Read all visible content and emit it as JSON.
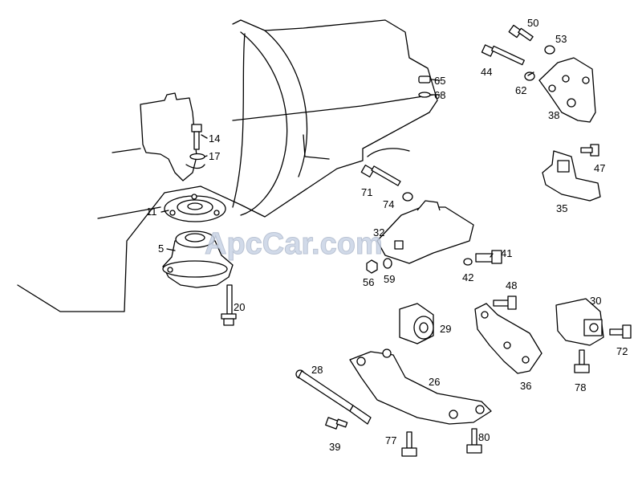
{
  "watermark": "ApcCar.com",
  "labels": {
    "l14": "14",
    "l17": "17",
    "l11": "11",
    "l5": "5",
    "l20": "20",
    "l50": "50",
    "l53": "53",
    "l44": "44",
    "l62": "62",
    "l38": "38",
    "l65": "65",
    "l68": "68",
    "l47": "47",
    "l35": "35",
    "l71": "71",
    "l74": "74",
    "l32": "32",
    "l56": "56",
    "l59": "59",
    "l41": "41",
    "l42": "42",
    "l48": "48",
    "l30": "30",
    "l29": "29",
    "l72": "72",
    "l28": "28",
    "l26": "26",
    "l36": "36",
    "l78": "78",
    "l39": "39",
    "l77": "77",
    "l80": "80"
  }
}
